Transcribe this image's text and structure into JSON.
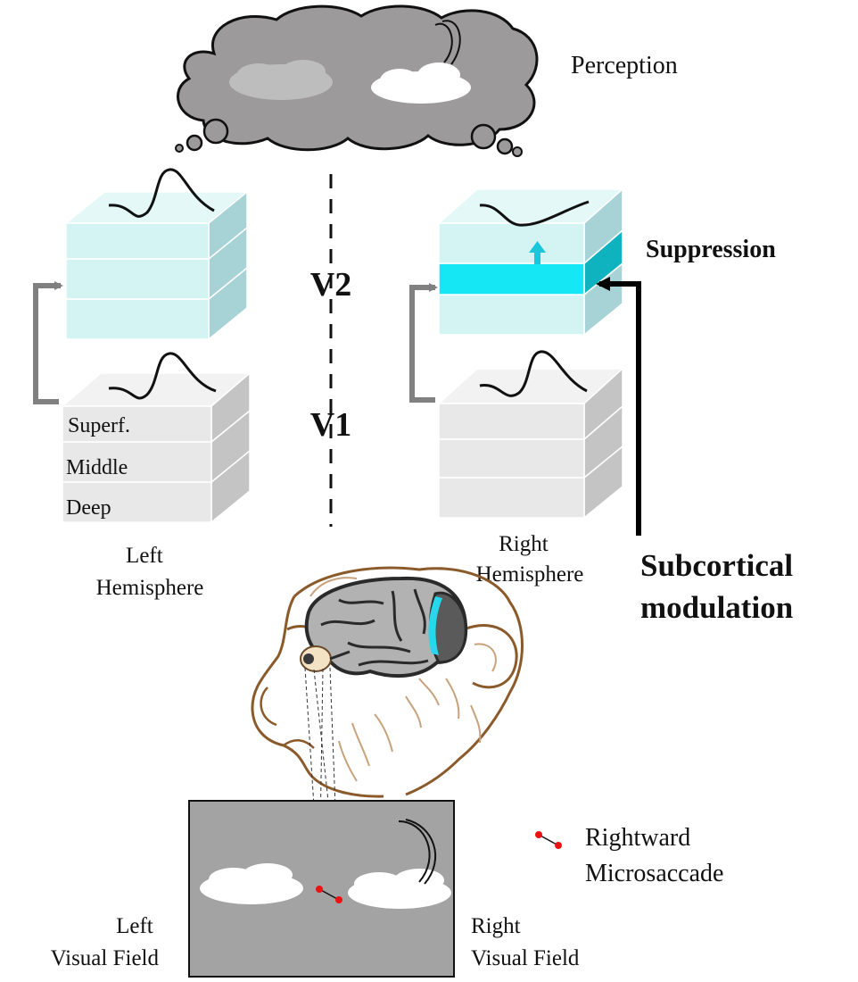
{
  "perception_label": "Perception",
  "suppression_label": "Suppression",
  "v2_label": "V2",
  "v1_label": "V1",
  "layer_labels": {
    "superficial": "Superf.",
    "middle": "Middle",
    "deep": "Deep"
  },
  "left_hemisphere_label": [
    "Left",
    "Hemisphere"
  ],
  "right_hemisphere_label": [
    "Right",
    "Hemisphere"
  ],
  "subcortical_label": [
    "Subcortical",
    "modulation"
  ],
  "legend_label": [
    "Rightward",
    "Microsaccade"
  ],
  "left_visual_field_label": [
    "Left",
    "Visual Field"
  ],
  "right_visual_field_label": [
    "Right",
    "Visual Field"
  ],
  "colors": {
    "v2_layer": "#d4f4f4",
    "v2_layer_side": "#a7d3d6",
    "highlight_layer": "#16e7f5",
    "v1_layer": "#e8e8e8",
    "v1_layer_side": "#c4c4c4",
    "cloud_dark": "#9c9a9a",
    "screen": "#a3a3a3",
    "saccade": "#ee1111",
    "brain_highlight": "#26d8ec",
    "monkey_outline": "#8b5a2b"
  }
}
